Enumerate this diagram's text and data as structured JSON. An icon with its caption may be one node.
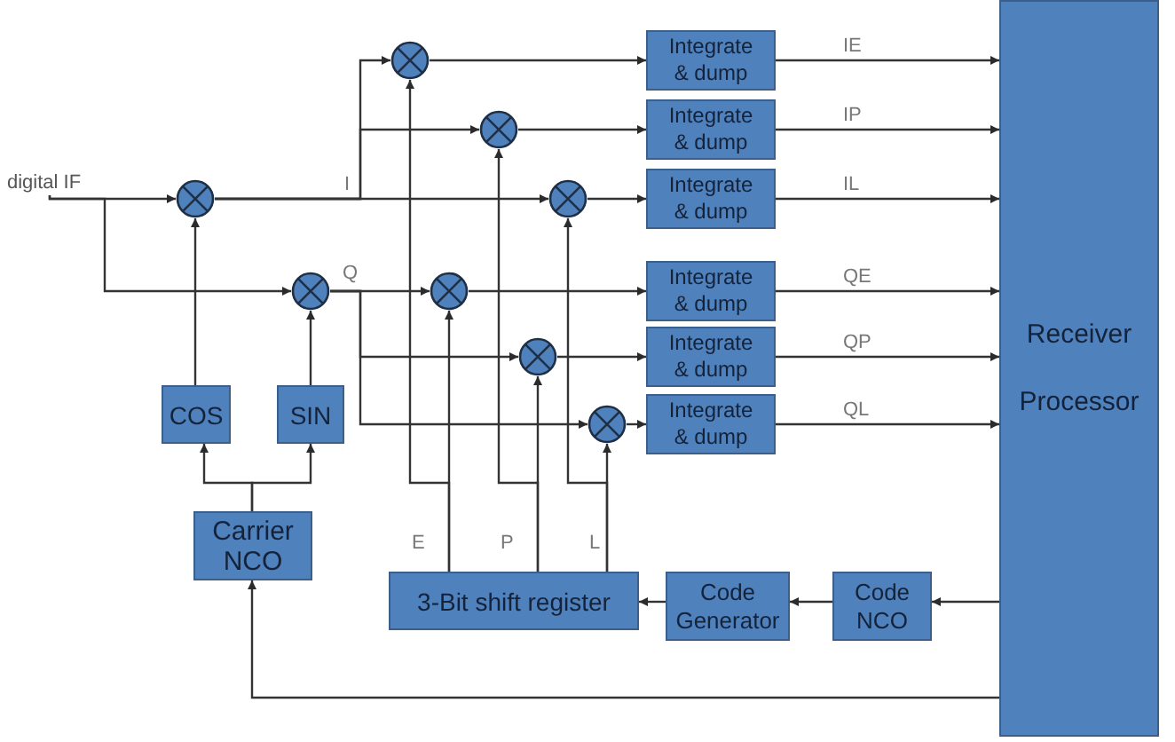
{
  "diagram": {
    "nodes": [
      {
        "text": [
          "digital IF"
        ]
      },
      {
        "text": [],
        "shape": "circle"
      },
      {
        "text": [],
        "shape": "circle"
      },
      {
        "text": [],
        "shape": "circle"
      },
      {
        "text": [],
        "shape": "circle"
      },
      {
        "text": [],
        "shape": "circle"
      },
      {
        "text": [],
        "shape": "circle"
      },
      {
        "text": [],
        "shape": "circle"
      },
      {
        "text": [],
        "shape": "circle"
      },
      {
        "text": [
          "Integrate & dump"
        ]
      },
      {
        "text": [
          "Integrate & dump"
        ]
      },
      {
        "text": [
          "Integrate & dump"
        ]
      },
      {
        "text": [
          "Integrate & dump"
        ]
      },
      {
        "text": [
          "Integrate & dump"
        ]
      },
      {
        "text": [
          "Integrate & dump"
        ]
      },
      {
        "text": [
          "Receiver Processor"
        ]
      },
      {
        "text": [
          "COS"
        ]
      },
      {
        "text": [
          "SIN"
        ]
      },
      {
        "text": [
          "Carrier NCO"
        ]
      },
      {
        "text": [
          "3-Bit shift register"
        ]
      },
      {
        "text": [
          "Code Generator"
        ]
      },
      {
        "text": [
          "Code NCO"
        ]
      }
    ],
    "edges": [
      {
        "from": 0,
        "to": 1,
        "arrow": "to"
      },
      {
        "from": 0,
        "to": 2,
        "arrow": "to"
      },
      {
        "from": 1,
        "to": 3,
        "arrow": "to"
      },
      {
        "from": 1,
        "to": 5,
        "arrow": "to"
      },
      {
        "from": 1,
        "to": 7,
        "arrow": "to",
        "label": "I"
      },
      {
        "from": 2,
        "to": 4,
        "arrow": "to",
        "label": "Q"
      },
      {
        "from": 2,
        "to": 6,
        "arrow": "to"
      },
      {
        "from": 2,
        "to": 8,
        "arrow": "to"
      },
      {
        "from": 3,
        "to": 9,
        "arrow": "to"
      },
      {
        "from": 5,
        "to": 10,
        "arrow": "to"
      },
      {
        "from": 7,
        "to": 11,
        "arrow": "to"
      },
      {
        "from": 4,
        "to": 12,
        "arrow": "to"
      },
      {
        "from": 6,
        "to": 13,
        "arrow": "to"
      },
      {
        "from": 8,
        "to": 14,
        "arrow": "to"
      },
      {
        "from": 9,
        "to": 15,
        "arrow": "to",
        "label": "IE"
      },
      {
        "from": 10,
        "to": 15,
        "arrow": "to",
        "label": "IP"
      },
      {
        "from": 11,
        "to": 15,
        "arrow": "to",
        "label": "IL"
      },
      {
        "from": 12,
        "to": 15,
        "arrow": "to",
        "label": "QE"
      },
      {
        "from": 13,
        "to": 15,
        "arrow": "to",
        "label": "QP"
      },
      {
        "from": 14,
        "to": 15,
        "arrow": "to",
        "label": "QL"
      },
      {
        "from": 16,
        "to": 1,
        "arrow": "to"
      },
      {
        "from": 17,
        "to": 2,
        "arrow": "to"
      },
      {
        "from": 18,
        "to": 16,
        "arrow": "to"
      },
      {
        "from": 18,
        "to": 17,
        "arrow": "to"
      },
      {
        "from": 19,
        "to": 3,
        "arrow": "to"
      },
      {
        "from": 19,
        "to": 4,
        "arrow": "to",
        "label": "E"
      },
      {
        "from": 19,
        "to": 5,
        "arrow": "to"
      },
      {
        "from": 19,
        "to": 6,
        "arrow": "to",
        "label": "P"
      },
      {
        "from": 19,
        "to": 7,
        "arrow": "to"
      },
      {
        "from": 19,
        "to": 8,
        "arrow": "to",
        "label": "L"
      },
      {
        "from": 15,
        "to": 21,
        "arrow": "to"
      },
      {
        "from": 21,
        "to": 20,
        "arrow": "to"
      },
      {
        "from": 20,
        "to": 19,
        "arrow": "to"
      },
      {
        "from": 15,
        "to": 18,
        "arrow": "to"
      }
    ]
  }
}
